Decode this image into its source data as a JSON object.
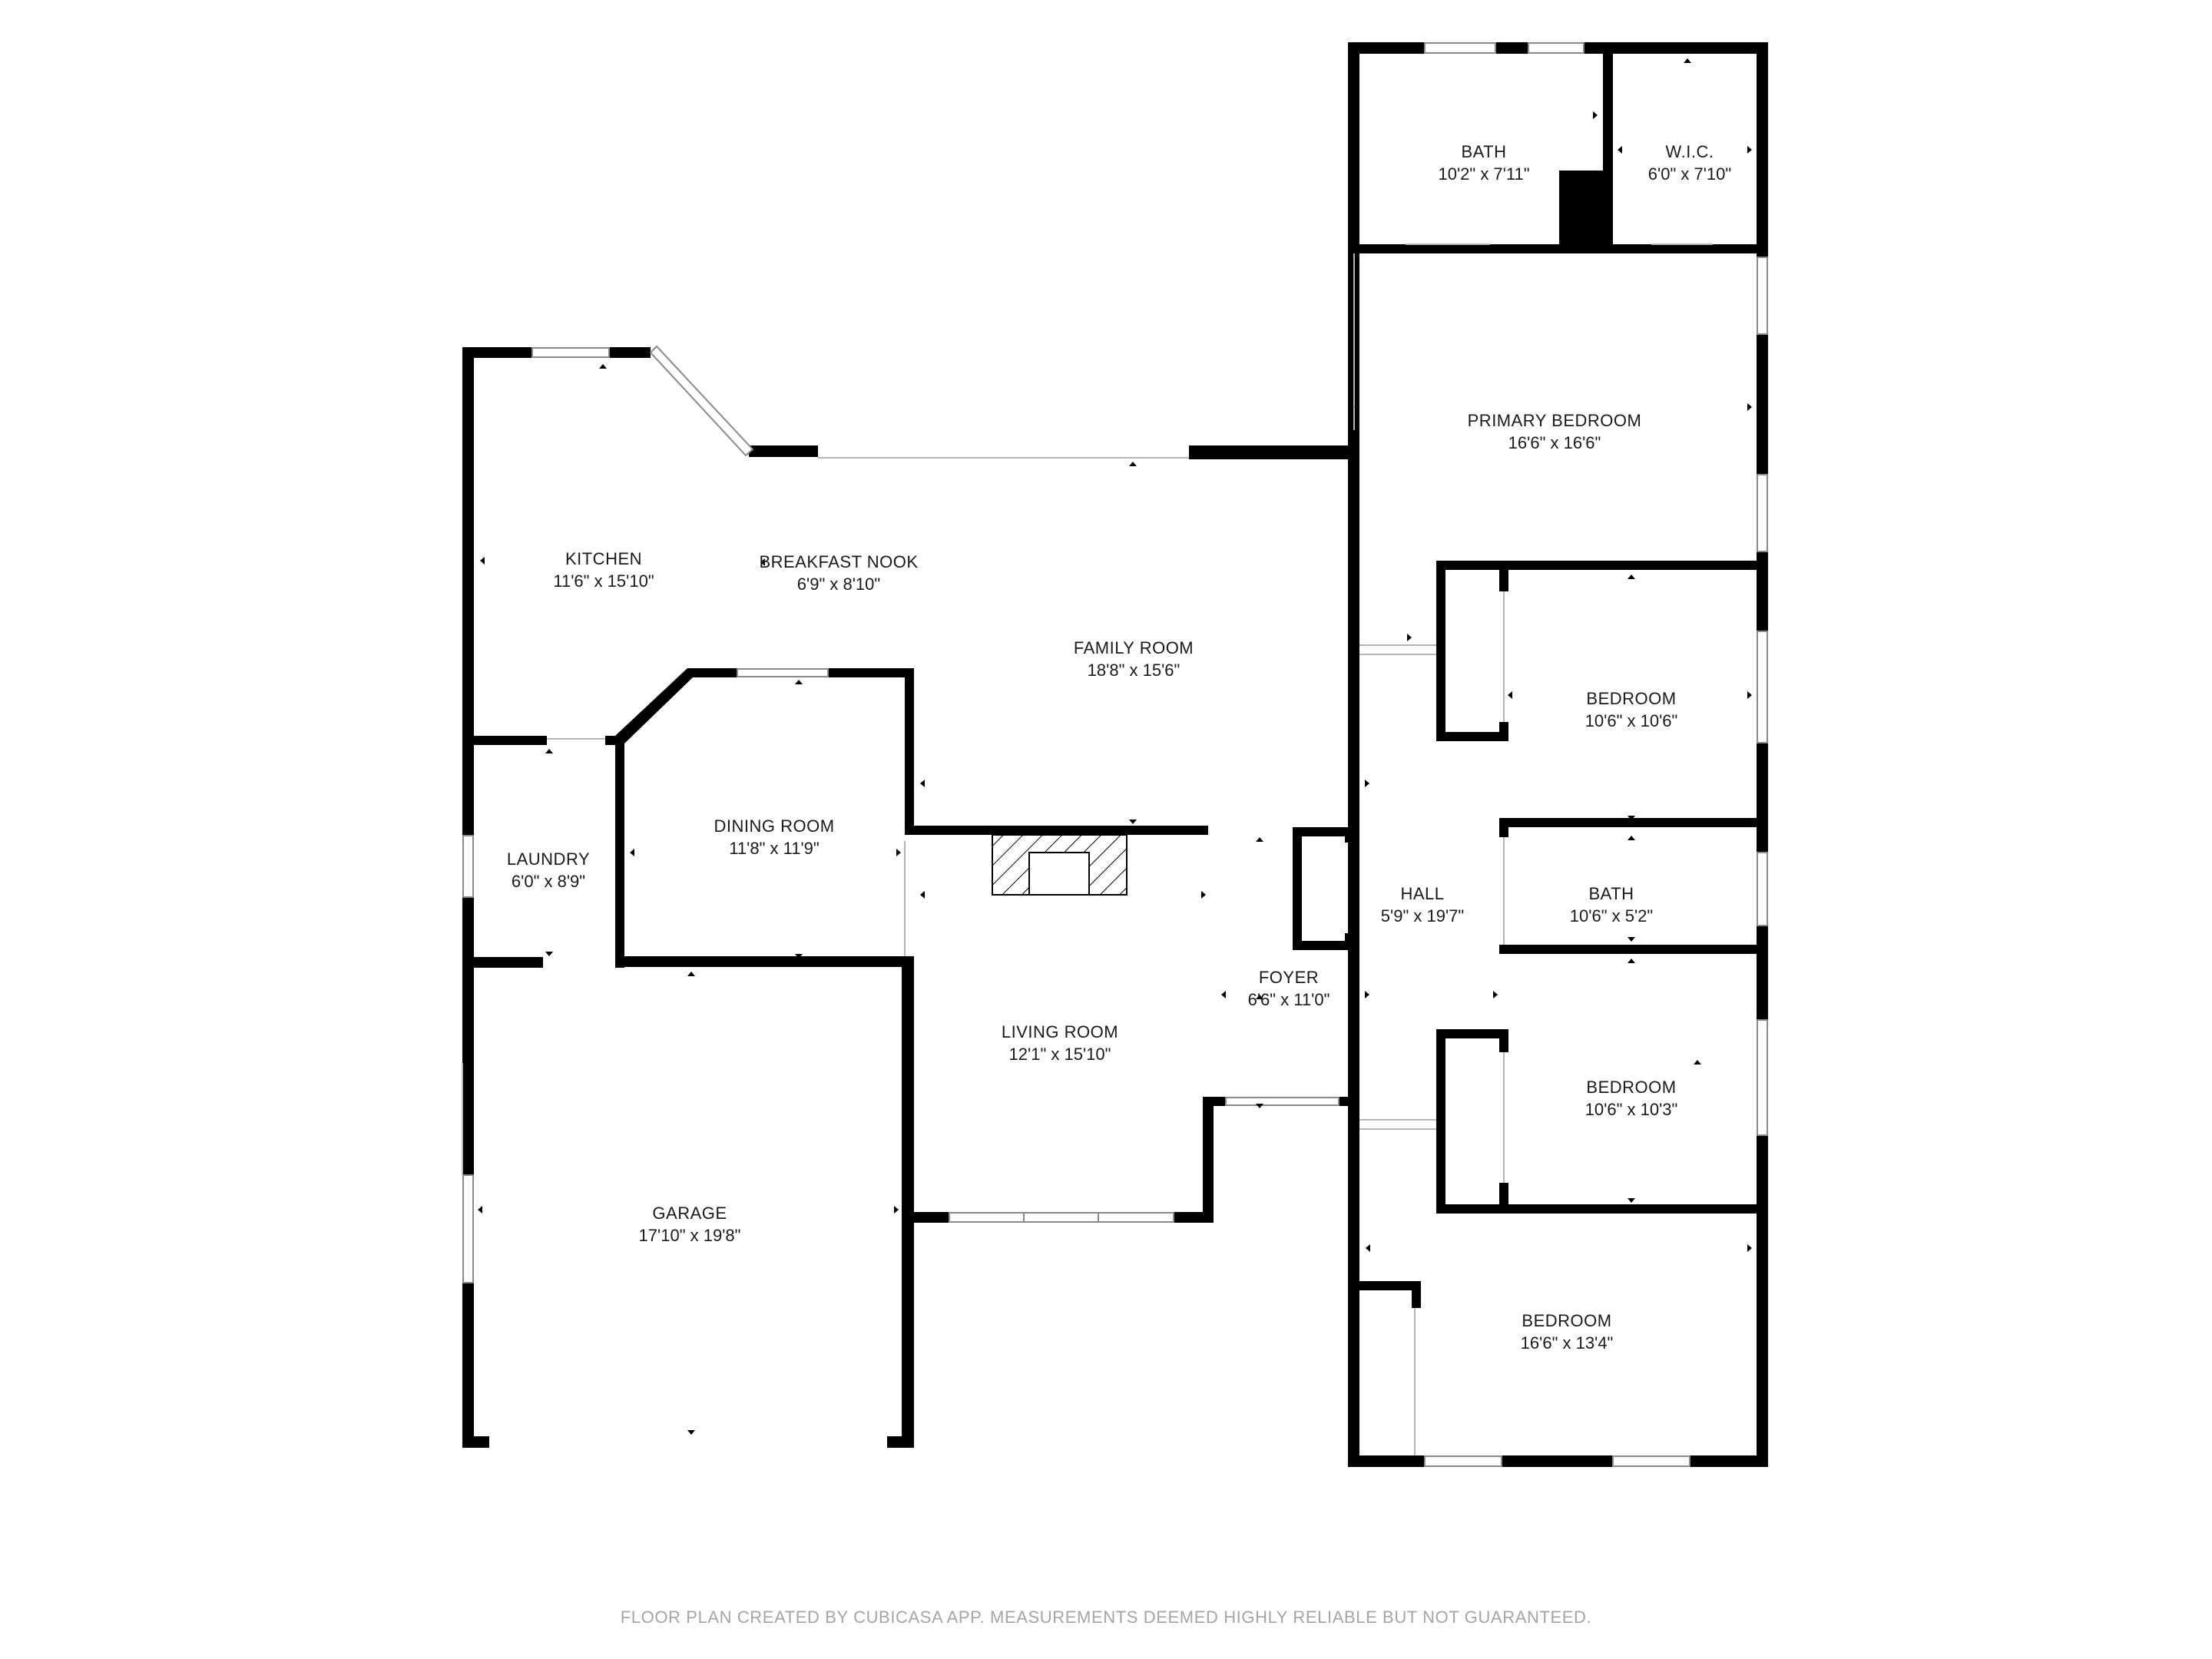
{
  "rooms": {
    "bath_primary": {
      "name": "BATH",
      "dims": "10'2\" x 7'11\""
    },
    "wic": {
      "name": "W.I.C.",
      "dims": "6'0\" x 7'10\""
    },
    "primary_bedroom": {
      "name": "PRIMARY BEDROOM",
      "dims": "16'6\" x 16'6\""
    },
    "kitchen": {
      "name": "KITCHEN",
      "dims": "11'6\" x 15'10\""
    },
    "breakfast_nook": {
      "name": "BREAKFAST NOOK",
      "dims": "6'9\" x 8'10\""
    },
    "family_room": {
      "name": "FAMILY ROOM",
      "dims": "18'8\" x 15'6\""
    },
    "bedroom_2": {
      "name": "BEDROOM",
      "dims": "10'6\" x 10'6\""
    },
    "dining_room": {
      "name": "DINING ROOM",
      "dims": "11'8\" x 11'9\""
    },
    "laundry": {
      "name": "LAUNDRY",
      "dims": "6'0\" x 8'9\""
    },
    "hall": {
      "name": "HALL",
      "dims": "5'9\" x 19'7\""
    },
    "bath_hall": {
      "name": "BATH",
      "dims": "10'6\" x 5'2\""
    },
    "foyer": {
      "name": "FOYER",
      "dims": "6'6\" x 11'0\""
    },
    "living_room": {
      "name": "LIVING ROOM",
      "dims": "12'1\" x 15'10\""
    },
    "bedroom_3": {
      "name": "BEDROOM",
      "dims": "10'6\" x 10'3\""
    },
    "garage": {
      "name": "GARAGE",
      "dims": "17'10\" x 19'8\""
    },
    "bedroom_4": {
      "name": "BEDROOM",
      "dims": "16'6\" x 13'4\""
    }
  },
  "footer": {
    "text": "FLOOR PLAN CREATED BY CUBICASA APP. MEASUREMENTS DEEMED HIGHLY RELIABLE BUT NOT GUARANTEED."
  },
  "colors": {
    "wall": "#000000",
    "window": "#9a9a9a",
    "background": "#ffffff",
    "footer_text": "#a5a5a5"
  }
}
